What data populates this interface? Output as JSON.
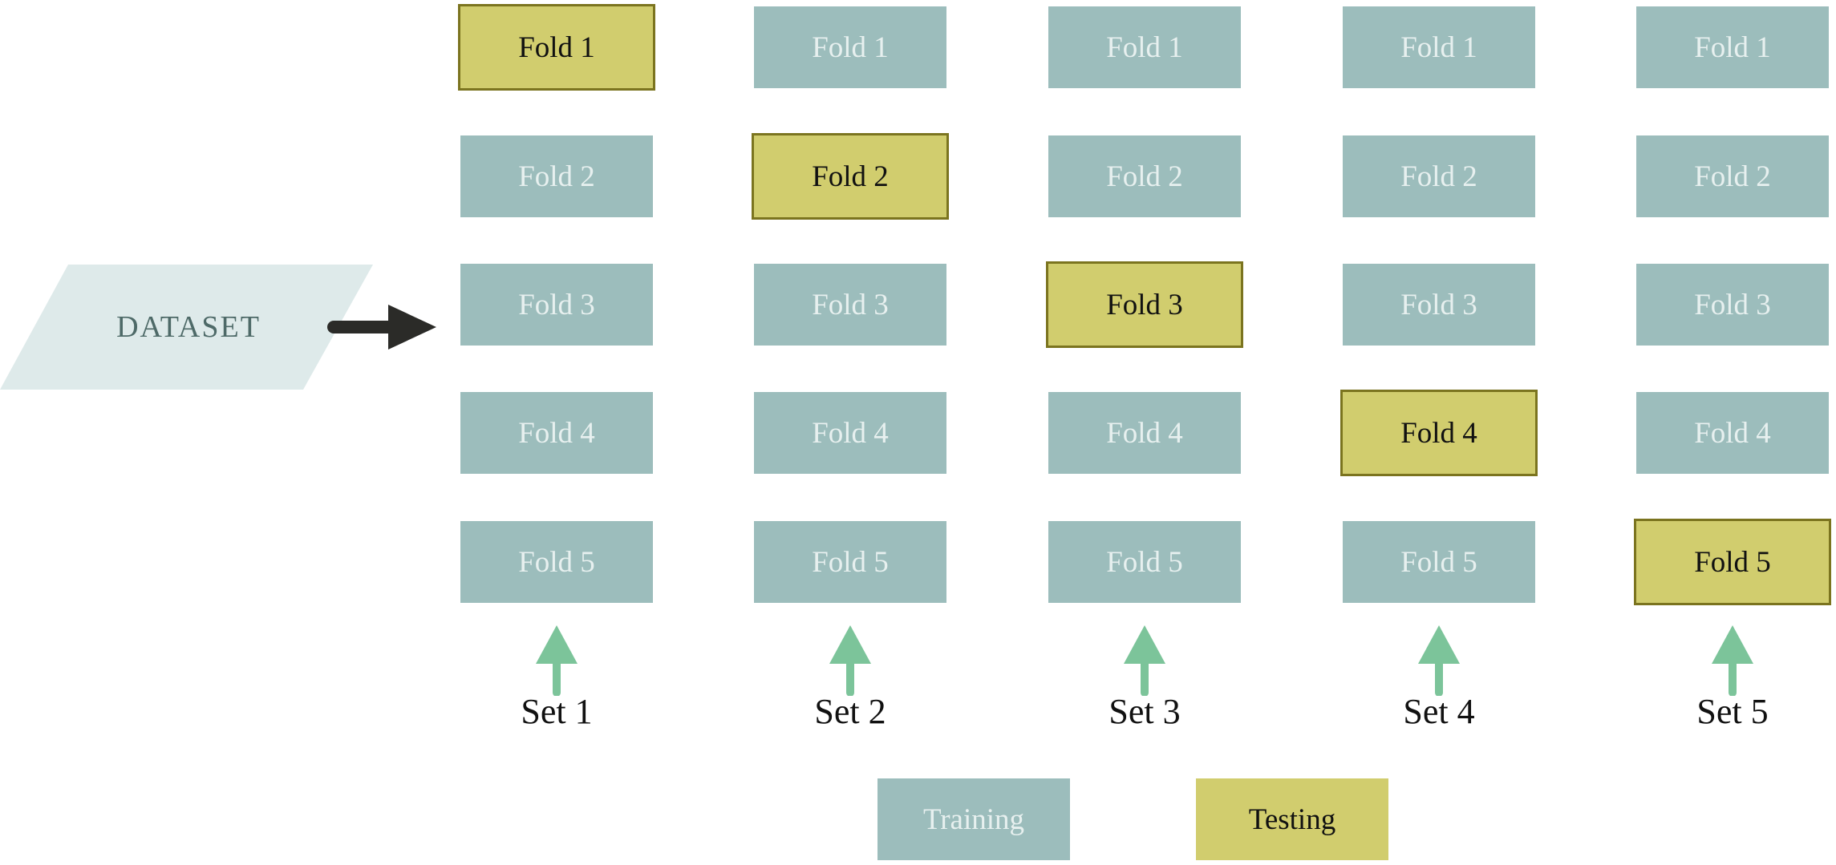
{
  "dataset": {
    "label": "DATASET"
  },
  "sets": [
    {
      "label": "Set 1",
      "test_index": 0,
      "folds": [
        "Fold 1",
        "Fold 2",
        "Fold 3",
        "Fold 4",
        "Fold 5"
      ]
    },
    {
      "label": "Set 2",
      "test_index": 1,
      "folds": [
        "Fold 1",
        "Fold 2",
        "Fold 3",
        "Fold 4",
        "Fold 5"
      ]
    },
    {
      "label": "Set 3",
      "test_index": 2,
      "folds": [
        "Fold 1",
        "Fold 2",
        "Fold 3",
        "Fold 4",
        "Fold 5"
      ]
    },
    {
      "label": "Set 4",
      "test_index": 3,
      "folds": [
        "Fold 1",
        "Fold 2",
        "Fold 3",
        "Fold 4",
        "Fold 5"
      ]
    },
    {
      "label": "Set 5",
      "test_index": 4,
      "folds": [
        "Fold 1",
        "Fold 2",
        "Fold 3",
        "Fold 4",
        "Fold 5"
      ]
    }
  ],
  "legend": {
    "training_label": "Training",
    "testing_label": "Testing"
  },
  "colors": {
    "training": "#9cbdbc",
    "testing": "#d1cd6e",
    "testing_border": "#7b741f",
    "dataset_fill": "#deeaea",
    "arrow_dark": "#2b2b28",
    "arrow_green": "#7cc49a"
  }
}
